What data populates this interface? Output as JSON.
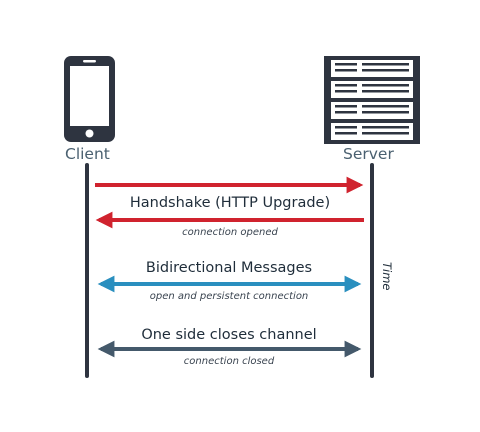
{
  "actors": {
    "client": "Client",
    "server": "Server"
  },
  "axis": {
    "time": "Time"
  },
  "messages": [
    {
      "label": "Handshake (HTTP Upgrade)",
      "note": "connection opened",
      "color": "#d0232e"
    },
    {
      "label": "Bidirectional Messages",
      "note": "open and persistent connection",
      "color": "#2a8fbf"
    },
    {
      "label": "One side closes channel",
      "note": "connection closed",
      "color": "#44596b"
    }
  ],
  "colors": {
    "icon": "#2e3440",
    "lifeline": "#2e3440"
  }
}
